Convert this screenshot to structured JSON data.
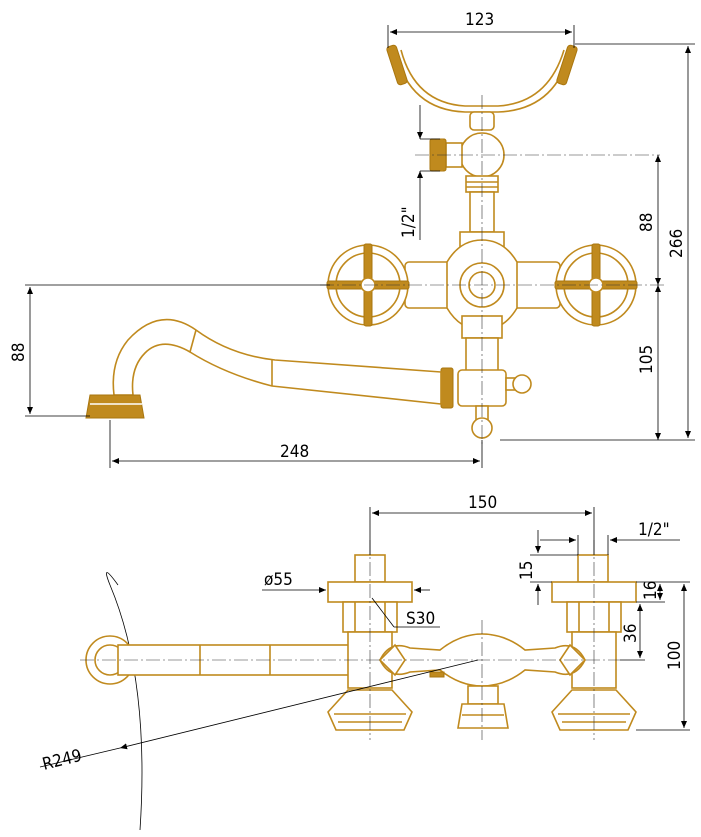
{
  "colors": {
    "metal": "#c08a1e",
    "dimension": "#000000"
  },
  "side_view": {
    "dims": {
      "shower_holder_width": "123",
      "thread_left": "1/2\"",
      "holder_height": "88",
      "total_height": "266",
      "spout_drop": "88",
      "lower_height": "105",
      "spout_length": "248"
    }
  },
  "top_view": {
    "dims": {
      "center_distance": "150",
      "thread_right": "1/2\"",
      "cover_diameter": "ø55",
      "nut_size": "S30",
      "thread_len": "15",
      "cover_height": "16",
      "body_offset": "36",
      "depth": "100",
      "spout_radius": "R249"
    }
  }
}
